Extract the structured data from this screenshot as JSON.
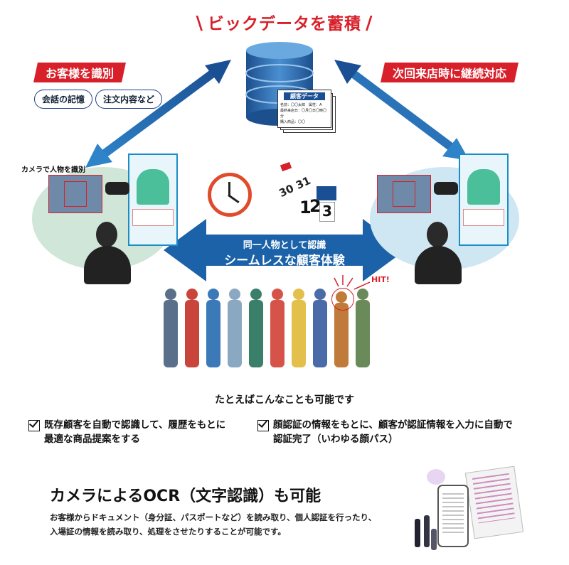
{
  "top_title": "ビックデータを蓄積",
  "left_banner": "お客様を識別",
  "right_banner": "次回来店時に継続対応",
  "bubbles": [
    "会話の記憶",
    "注文内容など"
  ],
  "camera_label": "カメラで人物を識別",
  "card": {
    "title": "顧客データ",
    "lines": [
      "名前：〇〇太郎　属性：A",
      "最終来店日：〇月〇日〇時〇分",
      "購入商品：〇〇"
    ]
  },
  "digits": [
    "1",
    "2",
    "3"
  ],
  "center_arrow": {
    "line1": "同一人物として認識",
    "line2": "シームレスな顧客体験"
  },
  "hit_label": "HIT!",
  "examples_title": "たとえばこんなことも可能です",
  "examples": [
    {
      "lines": [
        "既存顧客を自動で認識して、履歴をもとに",
        "最適な商品提案をする"
      ]
    },
    {
      "lines": [
        "顔認証の情報をもとに、顧客が認証情報を入力に自動で",
        "認証完了（いわゆる顔パス）"
      ]
    }
  ],
  "ocr_title": "カメラによるOCR（文字認識）も可能",
  "ocr_desc": [
    "お客様からドキュメント（身分証、パスポートなど）を読み取り、個人認証を行ったり、",
    "入場証の情報を読み取り、処理をさせたりすることが可能です。"
  ],
  "colors": {
    "accent_red": "#d8202a",
    "arrow_blue": "#1b62a8",
    "db_blue": "#2f6fb0",
    "left_oval": "#cfe6d8",
    "right_oval": "#cfe7f3"
  },
  "icons": [
    "database-icon",
    "clock-icon",
    "calendar-icon",
    "checkbox-icon",
    "document-icon",
    "smartphone-icon"
  ]
}
